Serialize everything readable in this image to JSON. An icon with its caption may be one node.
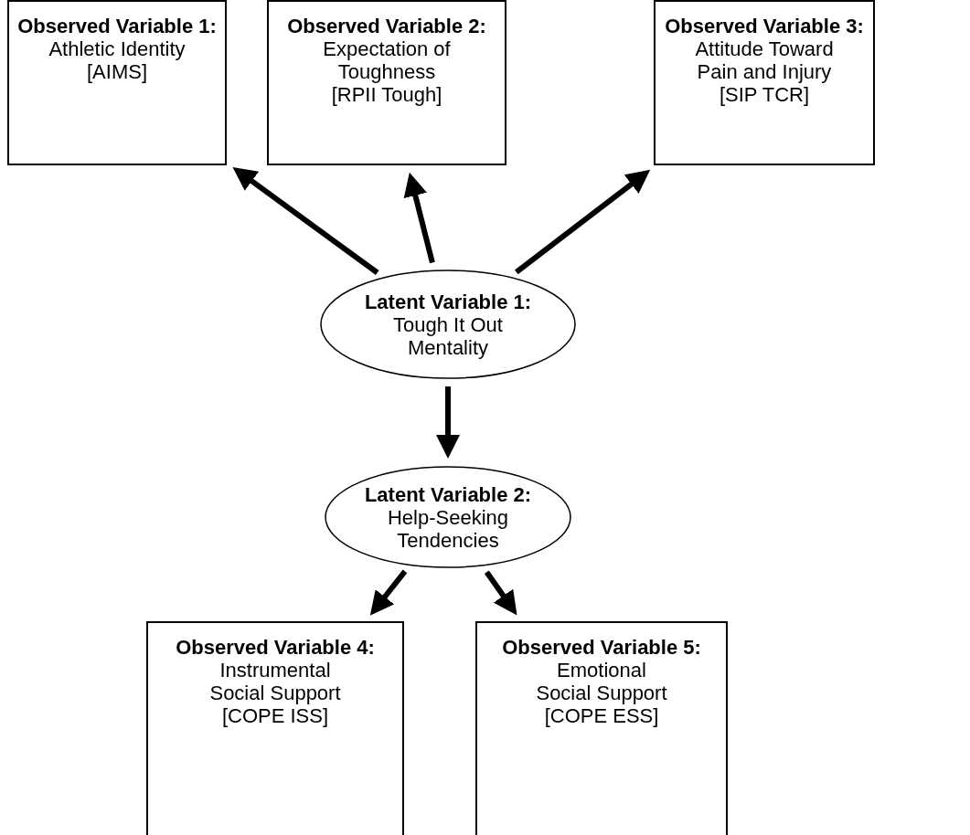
{
  "diagram": {
    "nodes": [
      {
        "text": [
          "Observed Variable 1:",
          "Athletic Identity",
          "[AIMS]"
        ]
      },
      {
        "text": [
          "Observed Variable 2:",
          "Expectation of Toughness",
          "[RPII Tough]"
        ]
      },
      {
        "text": [
          "Observed Variable 3:",
          "Attitude Toward Pain and Injury",
          "[SIP TCR]"
        ]
      },
      {
        "text": [
          "Latent Variable 1:",
          "Tough It Out Mentality"
        ]
      },
      {
        "text": [
          "Latent Variable 2:",
          "Help-Seeking Tendencies"
        ]
      },
      {
        "text": [
          "Observed Variable 4:",
          "Instrumental Social Support",
          "[COPE ISS]"
        ]
      },
      {
        "text": [
          "Observed Variable 5:",
          "Emotional Social Support",
          "[COPE ESS]"
        ]
      }
    ],
    "edges": [
      {
        "from": 3,
        "to": 0,
        "arrow": "to"
      },
      {
        "from": 3,
        "to": 1,
        "arrow": "to"
      },
      {
        "from": 3,
        "to": 2,
        "arrow": "to"
      },
      {
        "from": 3,
        "to": 4,
        "arrow": "to"
      },
      {
        "from": 4,
        "to": 5,
        "arrow": "to"
      },
      {
        "from": 4,
        "to": 6,
        "arrow": "to"
      }
    ]
  }
}
